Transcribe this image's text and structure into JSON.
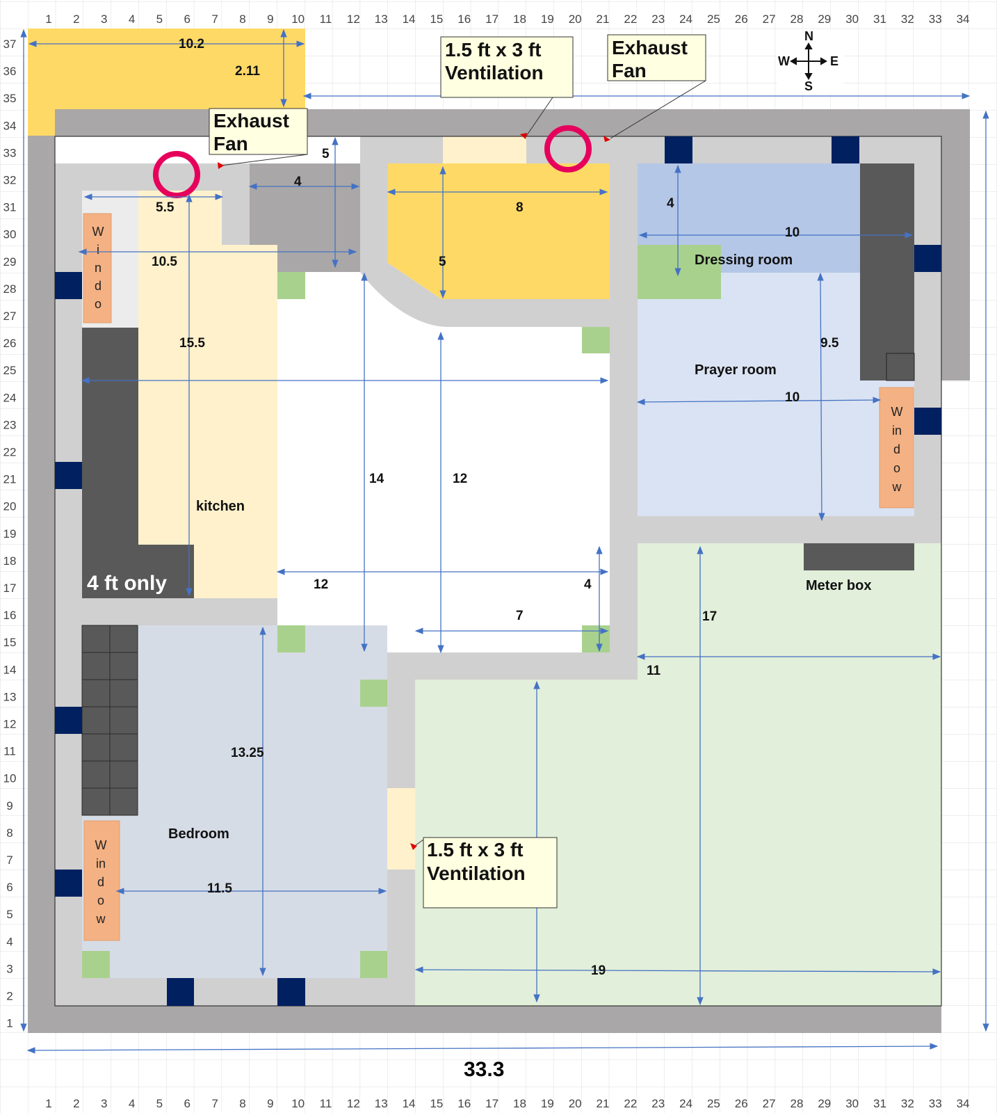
{
  "compass": {
    "north": "N",
    "south": "S",
    "east": "E",
    "west": "W"
  },
  "callouts": {
    "exhaust_fan_label": [
      "Exhaust",
      "Fan"
    ],
    "ventilation_label": [
      "1.5 ft x 3 ft",
      "Ventilation"
    ]
  },
  "rooms": {
    "kitchen": "kitchen",
    "dressing_room": "Dressing room",
    "prayer_room": "Prayer room",
    "bedroom": "Bedroom",
    "meter_box": "Meter box",
    "four_ft_only": "4 ft only"
  },
  "window_letters": {
    "west_upper": [
      "W",
      "i",
      "n",
      "d",
      "o"
    ],
    "east": [
      "W",
      "in",
      "d",
      "o",
      "w"
    ],
    "west_lower": [
      "W",
      "in",
      "d",
      "o",
      "w"
    ]
  },
  "dimensions": {
    "top_width": "10.2",
    "top_depth": "2.11",
    "kitchen_top": "5.5",
    "kitchen_width": "10.5",
    "kitchen_length": "15.5",
    "passage_width": "4",
    "passage_length": "5",
    "bath_width": "8",
    "bath_length": "5",
    "dressing_depth": "4",
    "dressing_width": "10",
    "prayer_width": "10",
    "prayer_length": "9.5",
    "hall_length": "14",
    "hall_length_inner": "12",
    "hall_width": "12",
    "hall_side": "4",
    "hall_bottom": "7",
    "east_length": "17",
    "east_width_top": "11",
    "east_width_bottom": "19",
    "bedroom_length": "13.25",
    "bedroom_width": "11.5",
    "overall_width": "33.3"
  },
  "grid": {
    "columns": [
      "1",
      "2",
      "3",
      "4",
      "5",
      "6",
      "7",
      "8",
      "9",
      "10",
      "11",
      "12",
      "13",
      "14",
      "15",
      "16",
      "17",
      "18",
      "19",
      "20",
      "21",
      "22",
      "23",
      "24",
      "25",
      "26",
      "27",
      "28",
      "29",
      "30",
      "31",
      "32",
      "33",
      "34"
    ],
    "rows": [
      "37",
      "36",
      "35",
      "34",
      "33",
      "32",
      "31",
      "30",
      "29",
      "28",
      "27",
      "26",
      "25",
      "24",
      "23",
      "22",
      "21",
      "20",
      "19",
      "18",
      "17",
      "16",
      "15",
      "14",
      "13",
      "12",
      "11",
      "10",
      "9",
      "8",
      "7",
      "6",
      "5",
      "4",
      "3",
      "2",
      "1"
    ]
  },
  "colors": {
    "wall": "#a9a7a7",
    "inner_wall": "#d0d0d0",
    "kitchen": "#fff1cc",
    "yellow": "#ffd966",
    "dressing": "#b4c7e7",
    "prayer": "#dae3f3",
    "bedroom": "#d6dce5",
    "east_room": "#e2efda",
    "window": "#f4b183",
    "dark": "#595959",
    "navy": "#002060",
    "green": "#a9d18e",
    "fan": "#e6005c",
    "arrow": "#4472c4"
  }
}
